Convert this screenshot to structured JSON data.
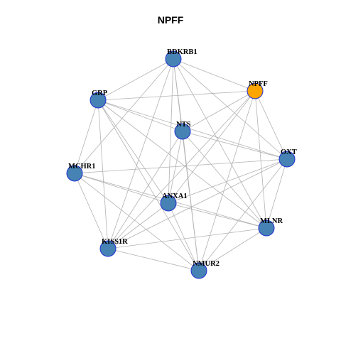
{
  "title": "NPFF",
  "colors": {
    "node_default": "#4682b4",
    "node_highlight": "#ffa500",
    "node_border": "#1f2fd0",
    "edge": "#b3b3b3"
  },
  "nodes": [
    {
      "id": "BDKRB1",
      "label": "BDKRB1",
      "highlight": false
    },
    {
      "id": "NPFF",
      "label": "NPFF",
      "highlight": true
    },
    {
      "id": "GRP",
      "label": "GRP",
      "highlight": false
    },
    {
      "id": "NTS",
      "label": "NTS",
      "highlight": false
    },
    {
      "id": "OXT",
      "label": "OXT",
      "highlight": false
    },
    {
      "id": "MCHR1",
      "label": "MCHR1",
      "highlight": false
    },
    {
      "id": "ANXA1",
      "label": "ANXA1",
      "highlight": false
    },
    {
      "id": "MLNR",
      "label": "MLNR",
      "highlight": false
    },
    {
      "id": "KISS1R",
      "label": "KISS1R",
      "highlight": false
    },
    {
      "id": "NMUR2",
      "label": "NMUR2",
      "highlight": false
    }
  ],
  "edges": [
    [
      "BDKRB1",
      "NPFF"
    ],
    [
      "BDKRB1",
      "GRP"
    ],
    [
      "BDKRB1",
      "NTS"
    ],
    [
      "BDKRB1",
      "OXT"
    ],
    [
      "BDKRB1",
      "MCHR1"
    ],
    [
      "BDKRB1",
      "ANXA1"
    ],
    [
      "BDKRB1",
      "MLNR"
    ],
    [
      "BDKRB1",
      "KISS1R"
    ],
    [
      "BDKRB1",
      "NMUR2"
    ],
    [
      "NPFF",
      "GRP"
    ],
    [
      "NPFF",
      "NTS"
    ],
    [
      "NPFF",
      "OXT"
    ],
    [
      "NPFF",
      "ANXA1"
    ],
    [
      "NPFF",
      "MLNR"
    ],
    [
      "NPFF",
      "KISS1R"
    ],
    [
      "NPFF",
      "NMUR2"
    ],
    [
      "GRP",
      "NTS"
    ],
    [
      "GRP",
      "OXT"
    ],
    [
      "GRP",
      "MCHR1"
    ],
    [
      "GRP",
      "ANXA1"
    ],
    [
      "GRP",
      "MLNR"
    ],
    [
      "GRP",
      "KISS1R"
    ],
    [
      "GRP",
      "NMUR2"
    ],
    [
      "NTS",
      "OXT"
    ],
    [
      "NTS",
      "ANXA1"
    ],
    [
      "NTS",
      "MLNR"
    ],
    [
      "NTS",
      "KISS1R"
    ],
    [
      "NTS",
      "NMUR2"
    ],
    [
      "OXT",
      "MCHR1"
    ],
    [
      "OXT",
      "ANXA1"
    ],
    [
      "OXT",
      "MLNR"
    ],
    [
      "OXT",
      "KISS1R"
    ],
    [
      "OXT",
      "NMUR2"
    ],
    [
      "MCHR1",
      "ANXA1"
    ],
    [
      "MCHR1",
      "MLNR"
    ],
    [
      "MCHR1",
      "KISS1R"
    ],
    [
      "MCHR1",
      "NMUR2"
    ],
    [
      "ANXA1",
      "MLNR"
    ],
    [
      "ANXA1",
      "KISS1R"
    ],
    [
      "ANXA1",
      "NMUR2"
    ],
    [
      "MLNR",
      "KISS1R"
    ],
    [
      "MLNR",
      "NMUR2"
    ],
    [
      "KISS1R",
      "NMUR2"
    ]
  ]
}
